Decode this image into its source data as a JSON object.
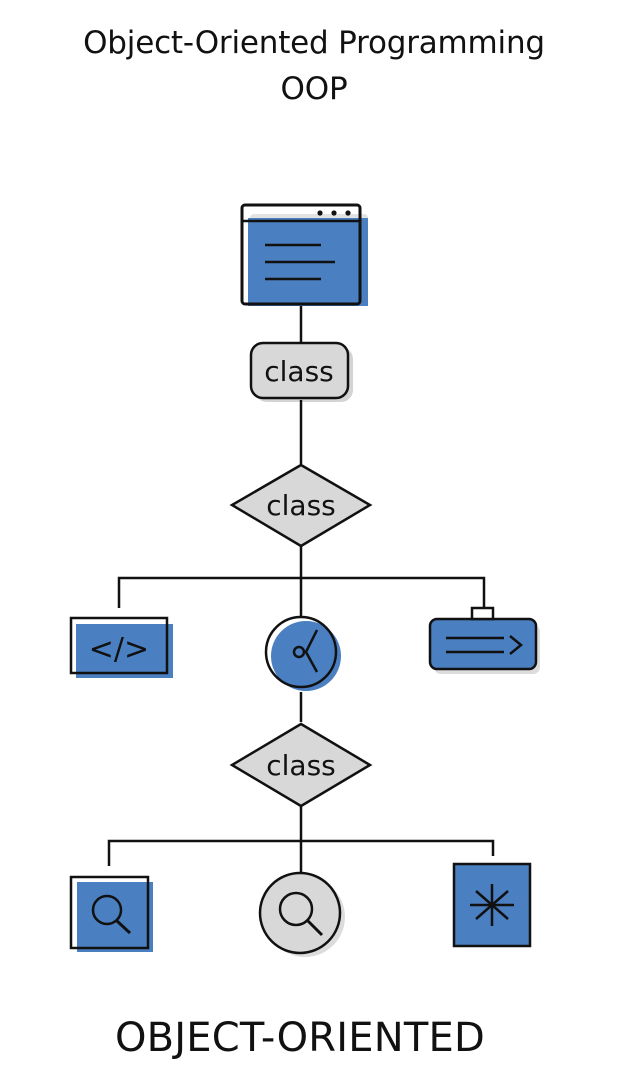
{
  "title": {
    "line1": "Object-Oriented Programming",
    "line2": "OOP"
  },
  "nodes": {
    "top_window": {
      "icon": "browser-window-icon"
    },
    "class_box": {
      "label": "class"
    },
    "class_diamond_1": {
      "label": "class"
    },
    "class_diamond_2": {
      "label": "class"
    },
    "row1": [
      {
        "icon": "code-tag-icon",
        "text": "</>"
      },
      {
        "icon": "clock-circle-icon"
      },
      {
        "icon": "arrow-card-icon"
      }
    ],
    "row2": [
      {
        "icon": "search-square-icon"
      },
      {
        "icon": "search-circle-icon"
      },
      {
        "icon": "asterisk-square-icon"
      }
    ]
  },
  "footer": {
    "label": "OBJECT-ORIENTED"
  },
  "colors": {
    "accent_blue": "#4a7fc1",
    "box_gray": "#d8d8d8",
    "stroke": "#111111",
    "background": "#ffffff"
  }
}
